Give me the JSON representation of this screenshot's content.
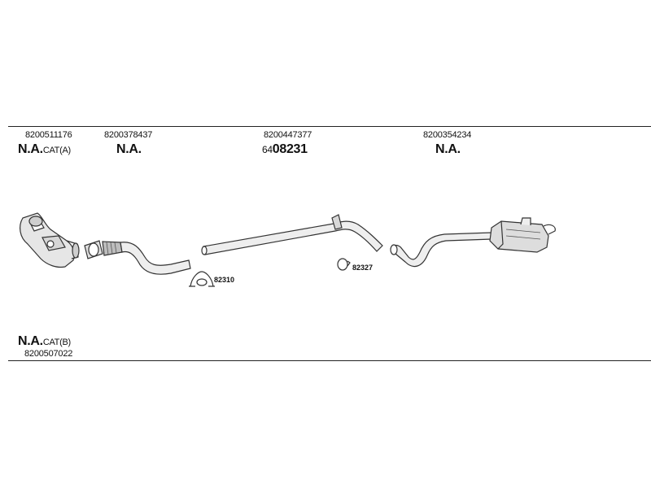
{
  "groups": [
    {
      "number": "8200511176",
      "code": "N.A.",
      "suffix": "CAT(A)"
    },
    {
      "number": "8200378437",
      "code": "N.A.",
      "suffix": ""
    },
    {
      "number": "8200447377",
      "code_prefix": "64",
      "code": "08231"
    },
    {
      "number": "8200354234",
      "code": "N.A.",
      "suffix": ""
    }
  ],
  "lower": {
    "code": "N.A.",
    "suffix": "CAT(B)",
    "number": "8200507022"
  },
  "clamps": [
    {
      "label": "82310"
    },
    {
      "label": "82327"
    }
  ]
}
